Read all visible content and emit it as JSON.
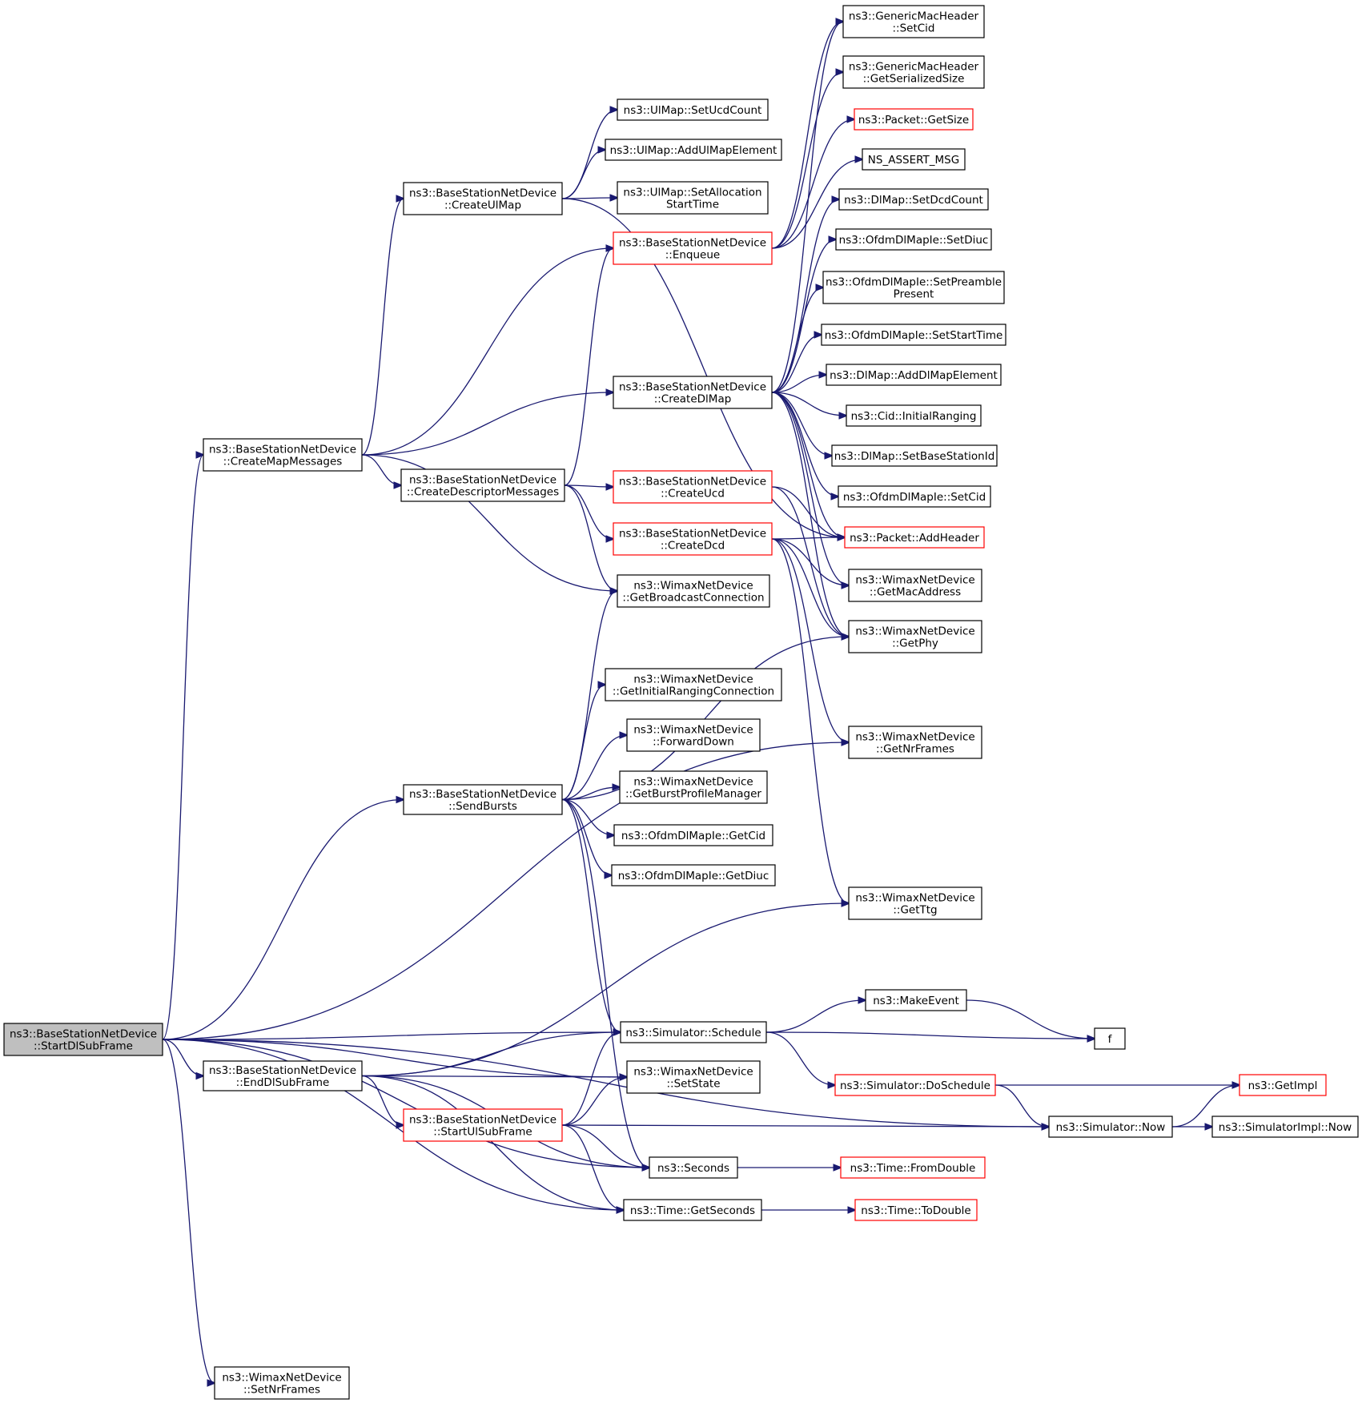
{
  "graph": {
    "title": "",
    "colors": {
      "edge": "#191970",
      "node_border": "#000000",
      "truncated_border": "#ff0000",
      "root_fill": "#bfbfbf"
    },
    "nodes": {
      "startdl": {
        "lines": [
          "ns3::BaseStationNetDevice",
          "::StartDlSubFrame"
        ],
        "root": true
      },
      "createmap": {
        "lines": [
          "ns3::BaseStationNetDevice",
          "::CreateMapMessages"
        ]
      },
      "sendbursts": {
        "lines": [
          "ns3::BaseStationNetDevice",
          "::SendBursts"
        ]
      },
      "enddl": {
        "lines": [
          "ns3::BaseStationNetDevice",
          "::EndDlSubFrame"
        ]
      },
      "setnrframes": {
        "lines": [
          "ns3::WimaxNetDevice",
          "::SetNrFrames"
        ]
      },
      "createulmap": {
        "lines": [
          "ns3::BaseStationNetDevice",
          "::CreateUlMap"
        ]
      },
      "createdesc": {
        "lines": [
          "ns3::BaseStationNetDevice",
          "::CreateDescriptorMessages"
        ]
      },
      "enqueue": {
        "lines": [
          "ns3::BaseStationNetDevice",
          "::Enqueue"
        ],
        "truncated": true
      },
      "createdlmap": {
        "lines": [
          "ns3::BaseStationNetDevice",
          "::CreateDlMap"
        ]
      },
      "createucd": {
        "lines": [
          "ns3::BaseStationNetDevice",
          "::CreateUcd"
        ],
        "truncated": true
      },
      "createdcd": {
        "lines": [
          "ns3::BaseStationNetDevice",
          "::CreateDcd"
        ],
        "truncated": true
      },
      "startul": {
        "lines": [
          "ns3::BaseStationNetDevice",
          "::StartUlSubFrame"
        ],
        "truncated": true
      },
      "setucdcount": {
        "lines": [
          "ns3::UlMap::SetUcdCount"
        ]
      },
      "addulmapel": {
        "lines": [
          "ns3::UlMap::AddUlMapElement"
        ]
      },
      "setallocst": {
        "lines": [
          "ns3::UlMap::SetAllocation",
          "StartTime"
        ]
      },
      "getbcast": {
        "lines": [
          "ns3::WimaxNetDevice",
          "::GetBroadcastConnection"
        ]
      },
      "getinitrang": {
        "lines": [
          "ns3::WimaxNetDevice",
          "::GetInitialRangingConnection"
        ]
      },
      "fwddown": {
        "lines": [
          "ns3::WimaxNetDevice",
          "::ForwardDown"
        ]
      },
      "getburstpm": {
        "lines": [
          "ns3::WimaxNetDevice",
          "::GetBurstProfileManager"
        ]
      },
      "ofdmgetcid": {
        "lines": [
          "ns3::OfdmDlMapIe::GetCid"
        ]
      },
      "ofdmgetdiuc": {
        "lines": [
          "ns3::OfdmDlMapIe::GetDiuc"
        ]
      },
      "schedule": {
        "lines": [
          "ns3::Simulator::Schedule"
        ]
      },
      "setstate": {
        "lines": [
          "ns3::WimaxNetDevice",
          "::SetState"
        ]
      },
      "seconds": {
        "lines": [
          "ns3::Seconds"
        ]
      },
      "getseconds": {
        "lines": [
          "ns3::Time::GetSeconds"
        ]
      },
      "gmhsetcid": {
        "lines": [
          "ns3::GenericMacHeader",
          "::SetCid"
        ]
      },
      "gmhgetser": {
        "lines": [
          "ns3::GenericMacHeader",
          "::GetSerializedSize"
        ]
      },
      "pktgetsize": {
        "lines": [
          "ns3::Packet::GetSize"
        ],
        "truncated": true
      },
      "nsassert": {
        "lines": [
          "NS_ASSERT_MSG"
        ]
      },
      "dlsetdcd": {
        "lines": [
          "ns3::DlMap::SetDcdCount"
        ]
      },
      "ofdmsetdiuc": {
        "lines": [
          "ns3::OfdmDlMapIe::SetDiuc"
        ]
      },
      "ofdmsetpre": {
        "lines": [
          "ns3::OfdmDlMapIe::SetPreamble",
          "Present"
        ]
      },
      "ofdmsetst": {
        "lines": [
          "ns3::OfdmDlMapIe::SetStartTime"
        ]
      },
      "dladdel": {
        "lines": [
          "ns3::DlMap::AddDlMapElement"
        ]
      },
      "cidinit": {
        "lines": [
          "ns3::Cid::InitialRanging"
        ]
      },
      "dlsetbsid": {
        "lines": [
          "ns3::DlMap::SetBaseStationId"
        ]
      },
      "ofdmsetcid": {
        "lines": [
          "ns3::OfdmDlMapIe::SetCid"
        ]
      },
      "pktaddhdr": {
        "lines": [
          "ns3::Packet::AddHeader"
        ],
        "truncated": true
      },
      "getmac": {
        "lines": [
          "ns3::WimaxNetDevice",
          "::GetMacAddress"
        ]
      },
      "getphy": {
        "lines": [
          "ns3::WimaxNetDevice",
          "::GetPhy"
        ]
      },
      "getnrframes": {
        "lines": [
          "ns3::WimaxNetDevice",
          "::GetNrFrames"
        ]
      },
      "getttg": {
        "lines": [
          "ns3::WimaxNetDevice",
          "::GetTtg"
        ]
      },
      "makeevent": {
        "lines": [
          "ns3::MakeEvent"
        ]
      },
      "doschedule": {
        "lines": [
          "ns3::Simulator::DoSchedule"
        ],
        "truncated": true
      },
      "fromdouble": {
        "lines": [
          "ns3::Time::FromDouble"
        ],
        "truncated": true
      },
      "todouble": {
        "lines": [
          "ns3::Time::ToDouble"
        ],
        "truncated": true
      },
      "f": {
        "lines": [
          "f"
        ]
      },
      "simnow": {
        "lines": [
          "ns3::Simulator::Now"
        ]
      },
      "getimpl": {
        "lines": [
          "ns3::GetImpl"
        ],
        "truncated": true
      },
      "simimplnow": {
        "lines": [
          "ns3::SimulatorImpl::Now"
        ]
      }
    },
    "edges": [
      [
        "startdl",
        "createmap"
      ],
      [
        "startdl",
        "sendbursts"
      ],
      [
        "startdl",
        "getnrframes"
      ],
      [
        "startdl",
        "schedule"
      ],
      [
        "startdl",
        "enddl"
      ],
      [
        "startdl",
        "setstate"
      ],
      [
        "startdl",
        "seconds"
      ],
      [
        "startdl",
        "getseconds"
      ],
      [
        "startdl",
        "simnow"
      ],
      [
        "startdl",
        "setnrframes"
      ],
      [
        "createmap",
        "createulmap"
      ],
      [
        "createmap",
        "enqueue"
      ],
      [
        "createmap",
        "createdlmap"
      ],
      [
        "createmap",
        "createdesc"
      ],
      [
        "createmap",
        "getbcast"
      ],
      [
        "createulmap",
        "setucdcount"
      ],
      [
        "createulmap",
        "addulmapel"
      ],
      [
        "createulmap",
        "setallocst"
      ],
      [
        "createulmap",
        "pktaddhdr"
      ],
      [
        "createdesc",
        "enqueue"
      ],
      [
        "createdesc",
        "createucd"
      ],
      [
        "createdesc",
        "createdcd"
      ],
      [
        "createdesc",
        "getbcast"
      ],
      [
        "enqueue",
        "gmhsetcid"
      ],
      [
        "enqueue",
        "gmhgetser"
      ],
      [
        "enqueue",
        "pktgetsize"
      ],
      [
        "enqueue",
        "nsassert"
      ],
      [
        "createdlmap",
        "gmhsetcid"
      ],
      [
        "createdlmap",
        "dlsetdcd"
      ],
      [
        "createdlmap",
        "ofdmsetdiuc"
      ],
      [
        "createdlmap",
        "ofdmsetpre"
      ],
      [
        "createdlmap",
        "ofdmsetst"
      ],
      [
        "createdlmap",
        "dladdel"
      ],
      [
        "createdlmap",
        "cidinit"
      ],
      [
        "createdlmap",
        "dlsetbsid"
      ],
      [
        "createdlmap",
        "ofdmsetcid"
      ],
      [
        "createdlmap",
        "pktaddhdr"
      ],
      [
        "createdlmap",
        "getmac"
      ],
      [
        "createdlmap",
        "getphy"
      ],
      [
        "createucd",
        "pktaddhdr"
      ],
      [
        "createucd",
        "getphy"
      ],
      [
        "createdcd",
        "pktaddhdr"
      ],
      [
        "createdcd",
        "getmac"
      ],
      [
        "createdcd",
        "getphy"
      ],
      [
        "createdcd",
        "getnrframes"
      ],
      [
        "createdcd",
        "getttg"
      ],
      [
        "sendbursts",
        "getbcast"
      ],
      [
        "sendbursts",
        "getphy"
      ],
      [
        "sendbursts",
        "getinitrang"
      ],
      [
        "sendbursts",
        "fwddown"
      ],
      [
        "sendbursts",
        "getburstpm"
      ],
      [
        "sendbursts",
        "ofdmgetcid"
      ],
      [
        "sendbursts",
        "ofdmgetdiuc"
      ],
      [
        "sendbursts",
        "schedule"
      ],
      [
        "sendbursts",
        "seconds"
      ],
      [
        "enddl",
        "getttg"
      ],
      [
        "enddl",
        "schedule"
      ],
      [
        "enddl",
        "setstate"
      ],
      [
        "enddl",
        "startul"
      ],
      [
        "enddl",
        "seconds"
      ],
      [
        "enddl",
        "getseconds"
      ],
      [
        "startul",
        "schedule"
      ],
      [
        "startul",
        "setstate"
      ],
      [
        "startul",
        "simnow"
      ],
      [
        "startul",
        "seconds"
      ],
      [
        "startul",
        "getseconds"
      ],
      [
        "schedule",
        "makeevent"
      ],
      [
        "schedule",
        "f"
      ],
      [
        "schedule",
        "doschedule"
      ],
      [
        "makeevent",
        "f"
      ],
      [
        "doschedule",
        "getimpl"
      ],
      [
        "doschedule",
        "simnow"
      ],
      [
        "simnow",
        "getimpl"
      ],
      [
        "simnow",
        "simimplnow"
      ],
      [
        "seconds",
        "fromdouble"
      ],
      [
        "getseconds",
        "todouble"
      ]
    ]
  }
}
